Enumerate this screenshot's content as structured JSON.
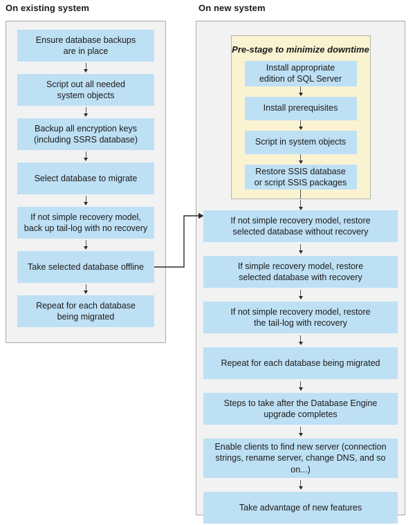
{
  "columns": {
    "existing": {
      "title": "On existing system",
      "steps": [
        "Ensure database backups\nare in place",
        "Script out all needed\nsystem objects",
        "Backup all encryption keys\n(including SSRS database)",
        "Select database to migrate",
        "If not simple recovery model,\nback up tail-log with no recovery",
        "Take selected database offline",
        "Repeat for each database\nbeing migrated"
      ]
    },
    "new": {
      "title": "On new system",
      "prestage": {
        "title": "Pre-stage to minimize downtime",
        "steps": [
          "Install appropriate\nedition of SQL Server",
          "Install prerequisites",
          "Script in system objects",
          "Restore SSIS database\nor script SSIS packages"
        ]
      },
      "steps": [
        "If not simple recovery model, restore\nselected database without recovery",
        "If simple recovery model, restore\nselected database with recovery",
        "If not simple recovery model, restore\nthe tail-log with recovery",
        "Repeat for each database being migrated",
        "Steps to take after the Database Engine\nupgrade completes",
        "Enable clients to find new server (connection\nstrings, rename server, change DNS, and so on...)",
        "Take advantage of new features"
      ]
    }
  },
  "colors": {
    "box_fill": "#bee0f4",
    "prestage_fill": "#faf3d2",
    "panel_fill": "#f2f2f2",
    "panel_border": "#a9a9a9",
    "arrow_color": "#2b2b2b"
  }
}
